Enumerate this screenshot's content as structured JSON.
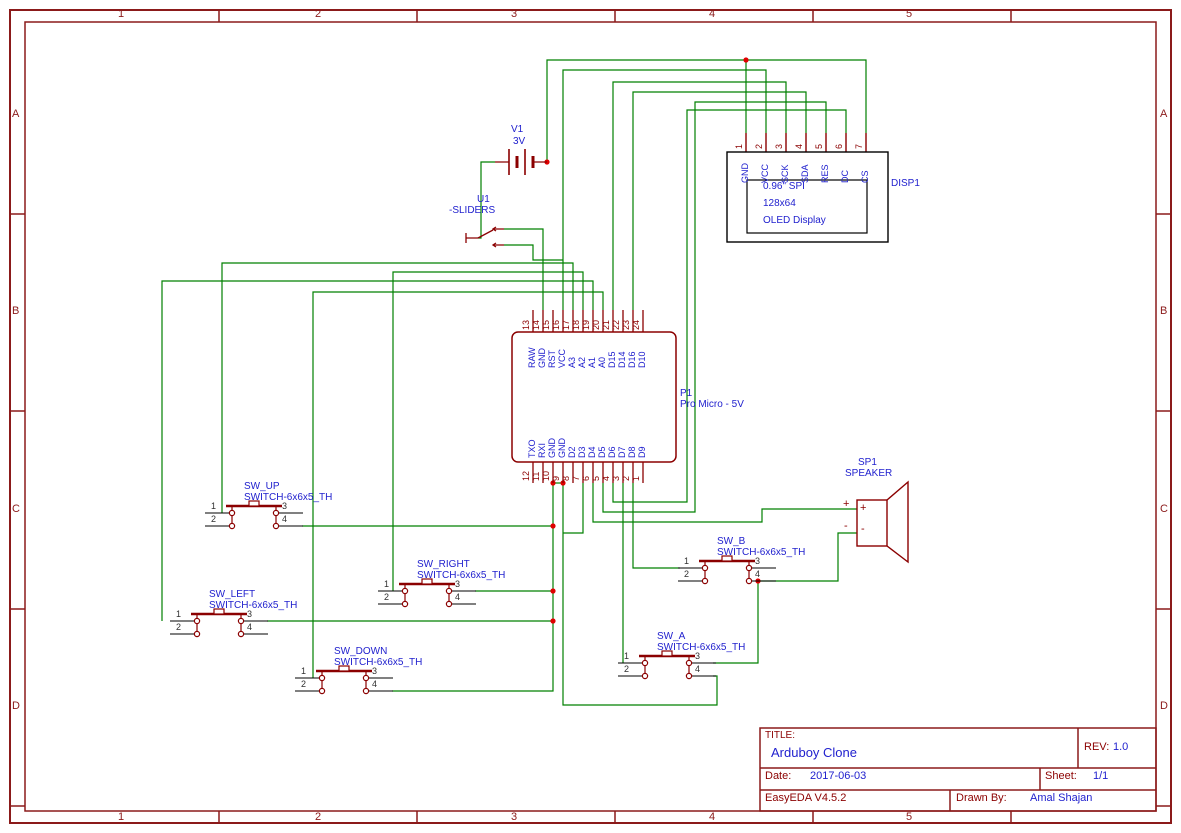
{
  "palette": {
    "wire_green": "#008000",
    "symbol_maroon": "#8B0000",
    "text_blue": "#2121CE",
    "grid_red": "#8B1A1A",
    "junction_red": "#E00000",
    "black": "#000000"
  },
  "sheet": {
    "columns": [
      "1",
      "2",
      "3",
      "4",
      "5"
    ],
    "rows": [
      "A",
      "B",
      "C",
      "D"
    ]
  },
  "title_block": {
    "title_label": "TITLE:",
    "title": "Arduboy Clone",
    "rev_label": "REV:",
    "rev": "1.0",
    "date_label": "Date:",
    "date": "2017-06-03",
    "sheet_label": "Sheet:",
    "sheet": "1/1",
    "tool": "EasyEDA V4.5.2",
    "drawn_by_label": "Drawn By:",
    "drawn_by": "Amal Shajan"
  },
  "components": {
    "battery": {
      "ref": "V1",
      "value": "3V"
    },
    "slider_switch": {
      "ref": "U1",
      "value": "-SLIDERS"
    },
    "display": {
      "ref": "DISP1",
      "description_lines": [
        "0.96\" SPI",
        "128x64",
        "OLED Display"
      ],
      "pin_numbers": [
        "1",
        "2",
        "3",
        "4",
        "5",
        "6",
        "7"
      ],
      "pin_names": [
        "GND",
        "VCC",
        "SCK",
        "SDA",
        "RES",
        "DC",
        "CS"
      ]
    },
    "pro_micro": {
      "ref": "P1",
      "value": "Pro Micro - 5V",
      "top_pin_numbers": [
        "13",
        "14",
        "15",
        "16",
        "17",
        "18",
        "19",
        "20",
        "21",
        "22",
        "23",
        "24"
      ],
      "top_pin_names": [
        "RAW",
        "GND",
        "RST",
        "VCC",
        "A3",
        "A2",
        "A1",
        "A0",
        "D15",
        "D14",
        "D16",
        "D10"
      ],
      "bottom_pin_numbers": [
        "12",
        "11",
        "10",
        "9",
        "8",
        "7",
        "6",
        "5",
        "4",
        "3",
        "2",
        "1"
      ],
      "bottom_pin_names": [
        "TXO",
        "RXI",
        "GND",
        "GND",
        "D2",
        "D3",
        "D4",
        "D5",
        "D6",
        "D7",
        "D8",
        "D9"
      ]
    },
    "speaker": {
      "ref": "SP1",
      "value": "SPEAKER",
      "plus": "+",
      "minus": "-"
    },
    "switches": [
      {
        "ref": "SW_UP",
        "part": "SWITCH-6x6x5_TH",
        "pin_numbers": [
          "1",
          "2",
          "3",
          "4"
        ]
      },
      {
        "ref": "SW_RIGHT",
        "part": "SWITCH-6x6x5_TH",
        "pin_numbers": [
          "1",
          "2",
          "3",
          "4"
        ]
      },
      {
        "ref": "SW_LEFT",
        "part": "SWITCH-6x6x5_TH",
        "pin_numbers": [
          "1",
          "2",
          "3",
          "4"
        ]
      },
      {
        "ref": "SW_DOWN",
        "part": "SWITCH-6x6x5_TH",
        "pin_numbers": [
          "1",
          "2",
          "3",
          "4"
        ]
      },
      {
        "ref": "SW_A",
        "part": "SWITCH-6x6x5_TH",
        "pin_numbers": [
          "1",
          "2",
          "3",
          "4"
        ]
      },
      {
        "ref": "SW_B",
        "part": "SWITCH-6x6x5_TH",
        "pin_numbers": [
          "1",
          "2",
          "3",
          "4"
        ]
      }
    ]
  }
}
